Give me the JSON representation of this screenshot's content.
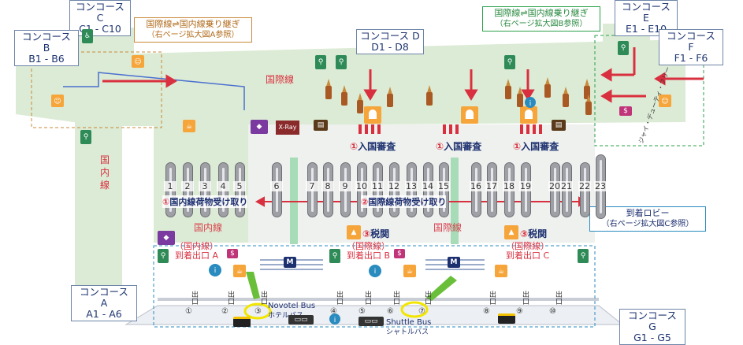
{
  "concourses": {
    "c": {
      "name": "コンコース C",
      "range": "C1 - C10"
    },
    "b": {
      "name": "コンコース B",
      "range": "B1 - B6"
    },
    "d": {
      "name": "コンコース D",
      "range": "D1 - D8"
    },
    "e": {
      "name": "コンコース E",
      "range": "E1 - E10"
    },
    "f": {
      "name": "コンコース F",
      "range": "F1 - F6"
    },
    "a": {
      "name": "コンコース A",
      "range": "A1 - A6"
    },
    "g": {
      "name": "コンコース G",
      "range": "G1 - G5"
    }
  },
  "transfer_left": {
    "title": "国際線⇌国内線乗り継ぎ",
    "note": "（右ページ拡大図A参照）"
  },
  "transfer_right": {
    "title": "国際線⇌国内線乗り継ぎ",
    "note": "（右ページ拡大図B参照）"
  },
  "arrival_lobby": {
    "title": "到着ロビー",
    "note": "（右ページ拡大図C参照）"
  },
  "areas": {
    "international_top": "国際線",
    "domestic_side": "国内線",
    "domestic_hall": "国内線",
    "international_hall": "国際線"
  },
  "immigration": {
    "num": "①",
    "label": "入国審査"
  },
  "domestic_baggage": {
    "num": "①",
    "label": "国内線荷物受け取り"
  },
  "intl_baggage": {
    "num": "②",
    "label": "国際線荷物受け取り"
  },
  "customs": {
    "num": "③",
    "label": "税関"
  },
  "arrival_exits": {
    "a": {
      "line1": "（国内線）",
      "line2": "到着出口 A"
    },
    "b": {
      "line1": "（国際線）",
      "line2": "到着出口 B"
    },
    "c": {
      "line1": "（国際線）",
      "line2": "到着出口 C"
    }
  },
  "xray": "X-Ray",
  "duty_free": "ジャイ・デューティ・フリー",
  "belts": [
    "1",
    "2",
    "3",
    "4",
    "5",
    "6",
    "7",
    "8",
    "9",
    "10",
    "11",
    "12",
    "13",
    "14",
    "15",
    "16",
    "17",
    "18",
    "19",
    "20",
    "21",
    "22",
    "23"
  ],
  "exits": {
    "label": "出口",
    "numbers": [
      "①",
      "②",
      "③",
      "④",
      "⑤",
      "⑥",
      "⑦",
      "⑧",
      "⑨",
      "⑩"
    ]
  },
  "transport": {
    "novotel": "Novotel Bus",
    "hotel_bus": "ホテルバス",
    "shuttle": "Shuttle Bus",
    "shuttle_jp": "シャトルバス",
    "metro": "M"
  },
  "icons": [
    "restroom-icon",
    "baby-care-icon",
    "prayer-room-icon",
    "info-icon",
    "lounge-icon",
    "atm-icon",
    "taxi-icon",
    "bus-icon",
    "metro-icon"
  ],
  "colors": {
    "terminal_bg": "#dcebd5",
    "hall_bg": "#eef1ee",
    "accent_red": "#d9303f",
    "navy": "#1c2f6f",
    "green": "#2e8b57",
    "orange": "#f6a53a",
    "highlight_yellow": "#f2e600"
  }
}
